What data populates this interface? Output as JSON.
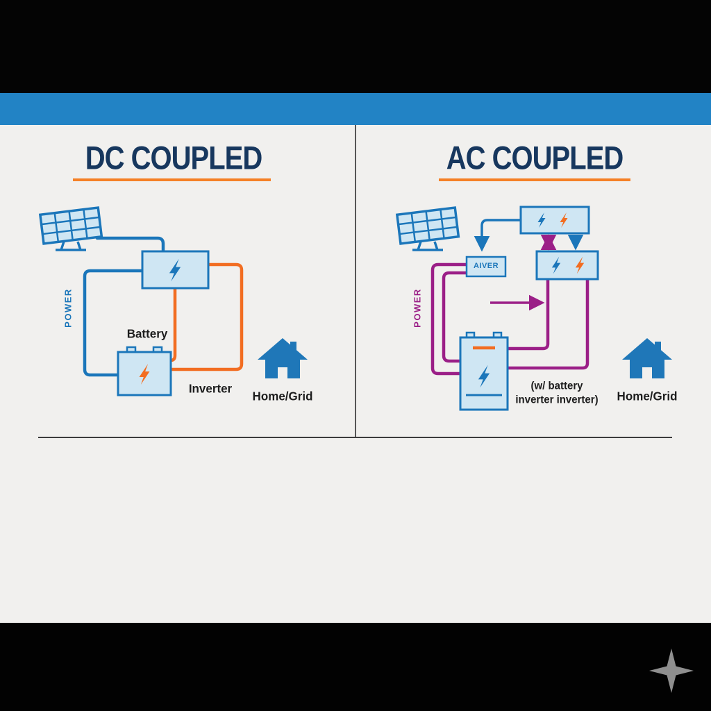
{
  "panels": {
    "left": {
      "title": "DC COUPLED",
      "power_label": "POWER",
      "battery_label": "Battery",
      "inverter_label": "Inverter",
      "home_label": "Home/Grid"
    },
    "right": {
      "title": "AC COUPLED",
      "power_label": "POWER",
      "inverter_box_label": "AIVER",
      "battery_note": "(w/ battery\ninverter inverter)",
      "home_label": "Home/Grid"
    }
  },
  "colors": {
    "header_stripe": "#2283c5",
    "background": "#f1f0ee",
    "frame_black": "#040404",
    "title_navy": "#17375e",
    "accent_orange": "#f58026",
    "wire_blue": "#1b76ba",
    "wire_orange": "#f26d21",
    "wire_purple": "#9b1f87",
    "component_fill": "#cfe6f3",
    "text_dark": "#1d1d1d",
    "sparkle_gray": "#8f8f8f"
  },
  "icons": {
    "solar-panel-icon": "tilted grid parallelogram on stand",
    "lightning-bolt-icon": "zigzag bolt polygon",
    "battery-icon": "rectangle with two terminals and bolt",
    "house-icon": "triangle roof with chimney, body and door",
    "sparkle-icon": "four-pointed star"
  }
}
